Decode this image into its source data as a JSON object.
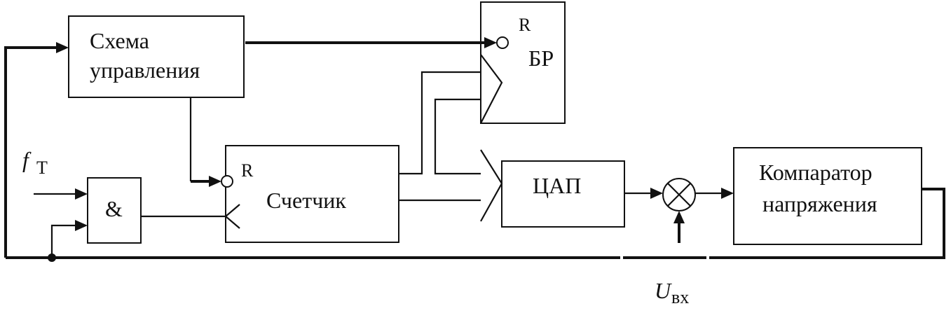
{
  "blocks": {
    "control": [
      "Схема",
      "управления"
    ],
    "register": "БР",
    "counter": "Счетчик",
    "and_gate": "&",
    "dac": "ЦАП",
    "comparator": [
      "Компаратор",
      "напряжения"
    ]
  },
  "reset_mark": "R",
  "inputs": {
    "clock_symbol": "f",
    "clock_sub": "Т",
    "vin_symbol": "U",
    "vin_sub": "вх"
  }
}
